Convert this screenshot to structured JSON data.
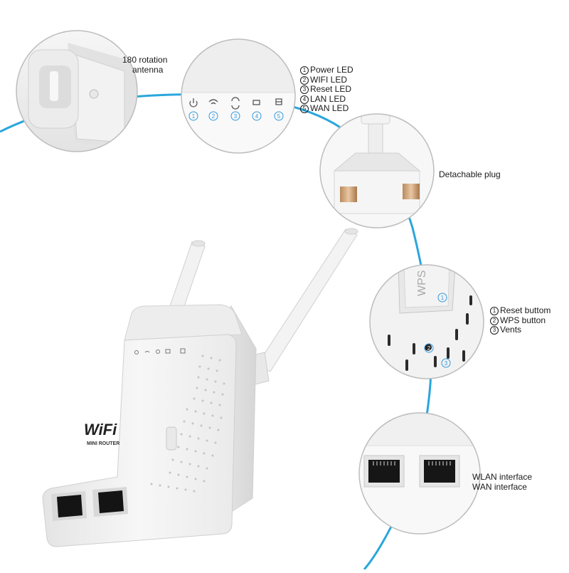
{
  "callouts": {
    "antenna": {
      "line1": "180 rotation",
      "line2": "antenna"
    },
    "leds": {
      "items": [
        {
          "n": "1",
          "label": "Power LED"
        },
        {
          "n": "2",
          "label": "WIFI LED"
        },
        {
          "n": "3",
          "label": "Reset LED"
        },
        {
          "n": "4",
          "label": "LAN LED"
        },
        {
          "n": "5",
          "label": "WAN LED"
        }
      ],
      "badges": [
        "1",
        "2",
        "3",
        "4",
        "5"
      ]
    },
    "plug": {
      "label": "Detachable plug"
    },
    "buttons": {
      "items": [
        {
          "n": "1",
          "label": "Reset buttom"
        },
        {
          "n": "2",
          "label": "WPS button"
        },
        {
          "n": "3",
          "label": "Vents"
        }
      ],
      "wps_text": "WPS",
      "badges": [
        "1",
        "2",
        "3"
      ]
    },
    "ports": {
      "line1": "WLAN interface",
      "line2": "WAN interface"
    }
  },
  "product": {
    "brand": "WiFi",
    "subtitle": "MINI ROUTER"
  },
  "colors": {
    "accent": "#2aa6dc",
    "led_blue": "#3399dd",
    "device": "#f3f3f3"
  }
}
